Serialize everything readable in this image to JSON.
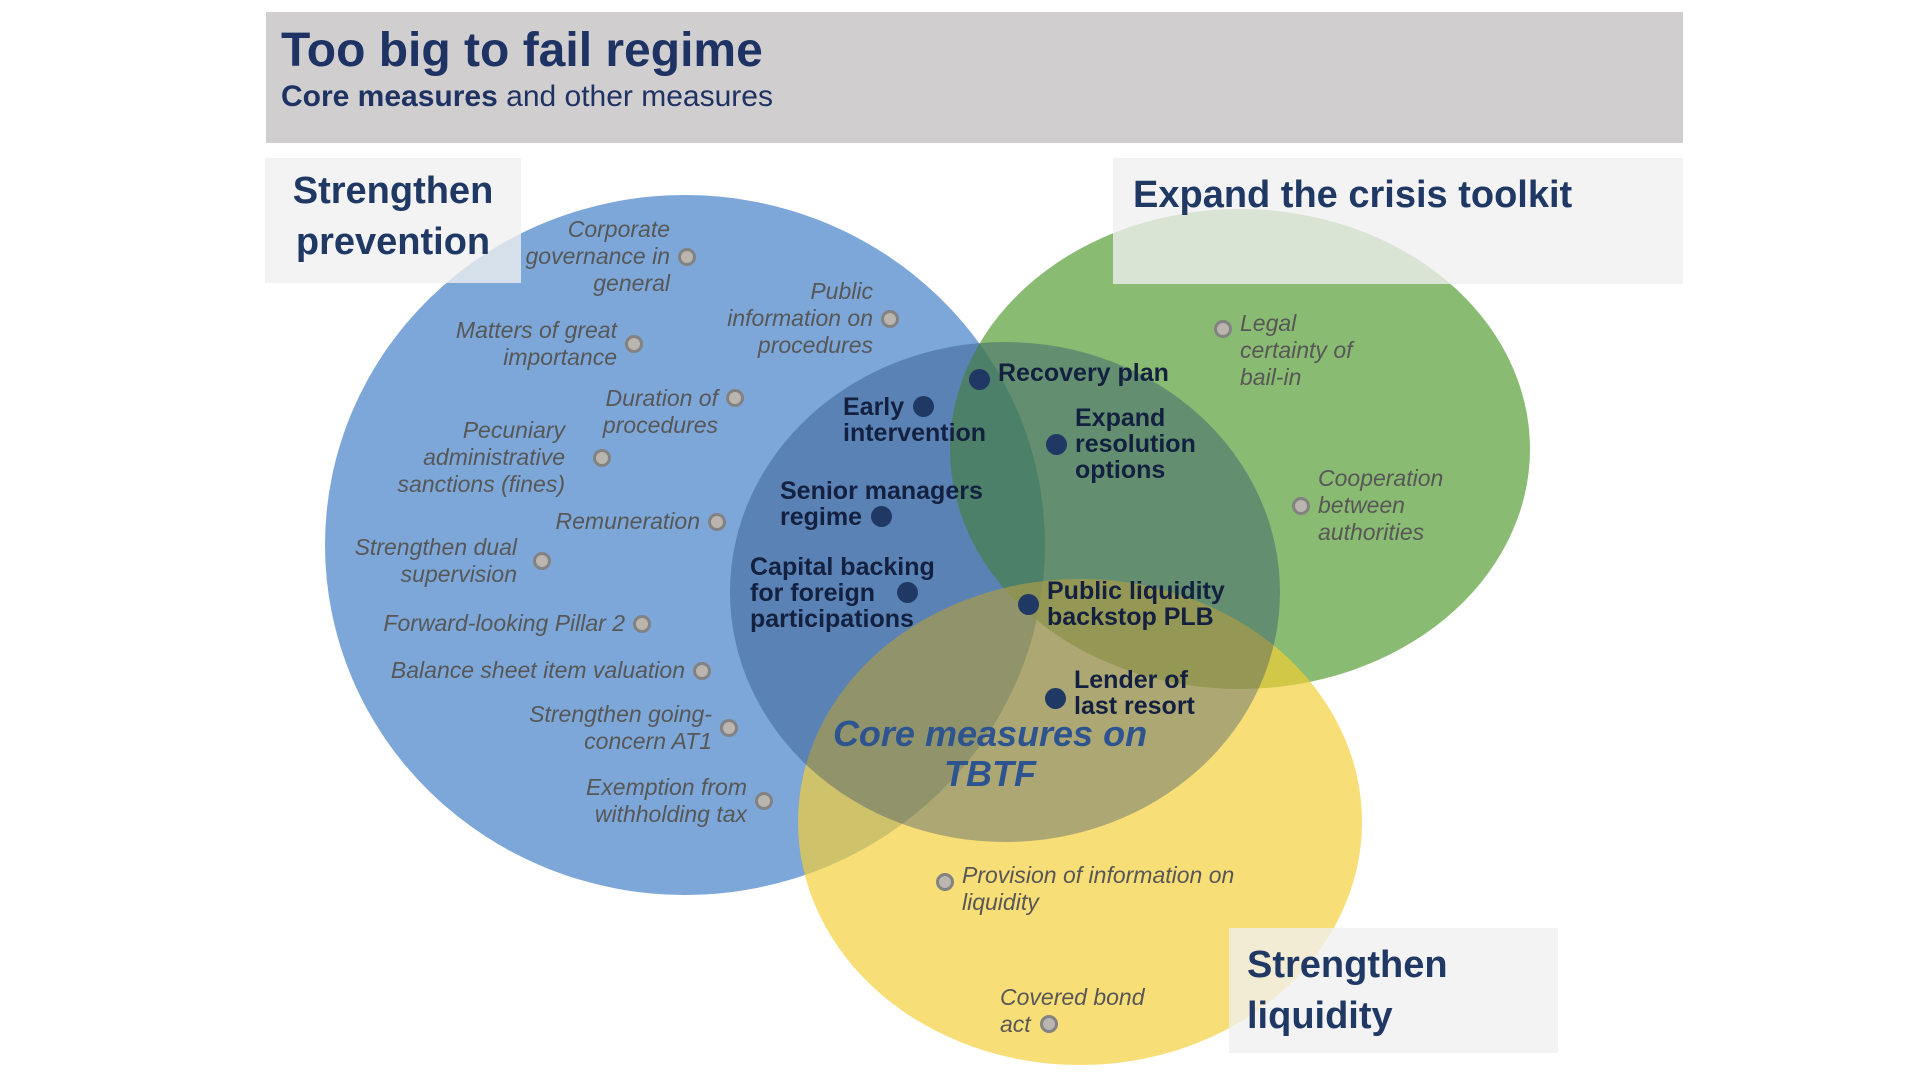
{
  "title": {
    "heading": "Too big to fail regime",
    "subtitle_bold": "Core measures",
    "subtitle_rest": " and other measures"
  },
  "colors": {
    "navy_text": "#1E3264",
    "titlebar_bg": "#D0CECE",
    "header_box_bg": "#F0F0F0",
    "blue_circle": "#7CA7D8",
    "green_circle": "#63A443",
    "yellow_circle": "#F4CE35",
    "core_circle": "#14376E",
    "core_dot": "#1F3864",
    "gray_marker_fill": "#BAB5AE",
    "gray_marker_ring": "#828282",
    "gray_label_text": "#575757",
    "core_label_text": "#13203F",
    "center_label_text": "#2E5490"
  },
  "headers": {
    "prevention": {
      "line1": "Strengthen",
      "line2": "prevention"
    },
    "toolkit": {
      "label": "Expand the crisis toolkit"
    },
    "liquidity": {
      "line1": "Strengthen",
      "line2": "liquidity"
    }
  },
  "center_label": {
    "line1": "Core measures on",
    "line2": "TBTF"
  },
  "prevention_items": [
    {
      "lines": [
        "Corporate",
        "governance in",
        "general"
      ]
    },
    {
      "lines": [
        "Public",
        "information on",
        "procedures"
      ]
    },
    {
      "lines": [
        "Matters of great",
        "importance"
      ]
    },
    {
      "lines": [
        "Duration of",
        "procedures"
      ]
    },
    {
      "lines": [
        "Pecuniary",
        "administrative",
        "sanctions (fines)"
      ]
    },
    {
      "lines": [
        "Remuneration"
      ]
    },
    {
      "lines": [
        "Strengthen dual",
        "supervision"
      ]
    },
    {
      "lines": [
        "Forward-looking Pillar 2"
      ]
    },
    {
      "lines": [
        "Balance sheet item valuation"
      ]
    },
    {
      "lines": [
        "Strengthen going-",
        "concern AT1"
      ]
    },
    {
      "lines": [
        "Exemption from",
        "withholding tax"
      ]
    }
  ],
  "toolkit_items": [
    {
      "lines": [
        "Legal",
        "certainty of",
        "bail-in"
      ]
    },
    {
      "lines": [
        "Cooperation",
        "between",
        "authorities"
      ]
    }
  ],
  "liquidity_items": [
    {
      "lines": [
        "Provision of information on",
        "liquidity"
      ]
    },
    {
      "lines": [
        "Covered bond",
        "act"
      ]
    }
  ],
  "core_items": [
    {
      "lines": [
        "Recovery plan"
      ]
    },
    {
      "lines": [
        "Early",
        "intervention"
      ]
    },
    {
      "lines": [
        "Expand",
        "resolution",
        "options"
      ]
    },
    {
      "lines": [
        "Senior managers",
        "regime"
      ]
    },
    {
      "lines": [
        "Capital backing",
        "for foreign",
        "participations"
      ]
    },
    {
      "lines": [
        "Public liquidity",
        "backstop PLB"
      ]
    },
    {
      "lines": [
        "Lender of",
        "last resort"
      ]
    }
  ]
}
